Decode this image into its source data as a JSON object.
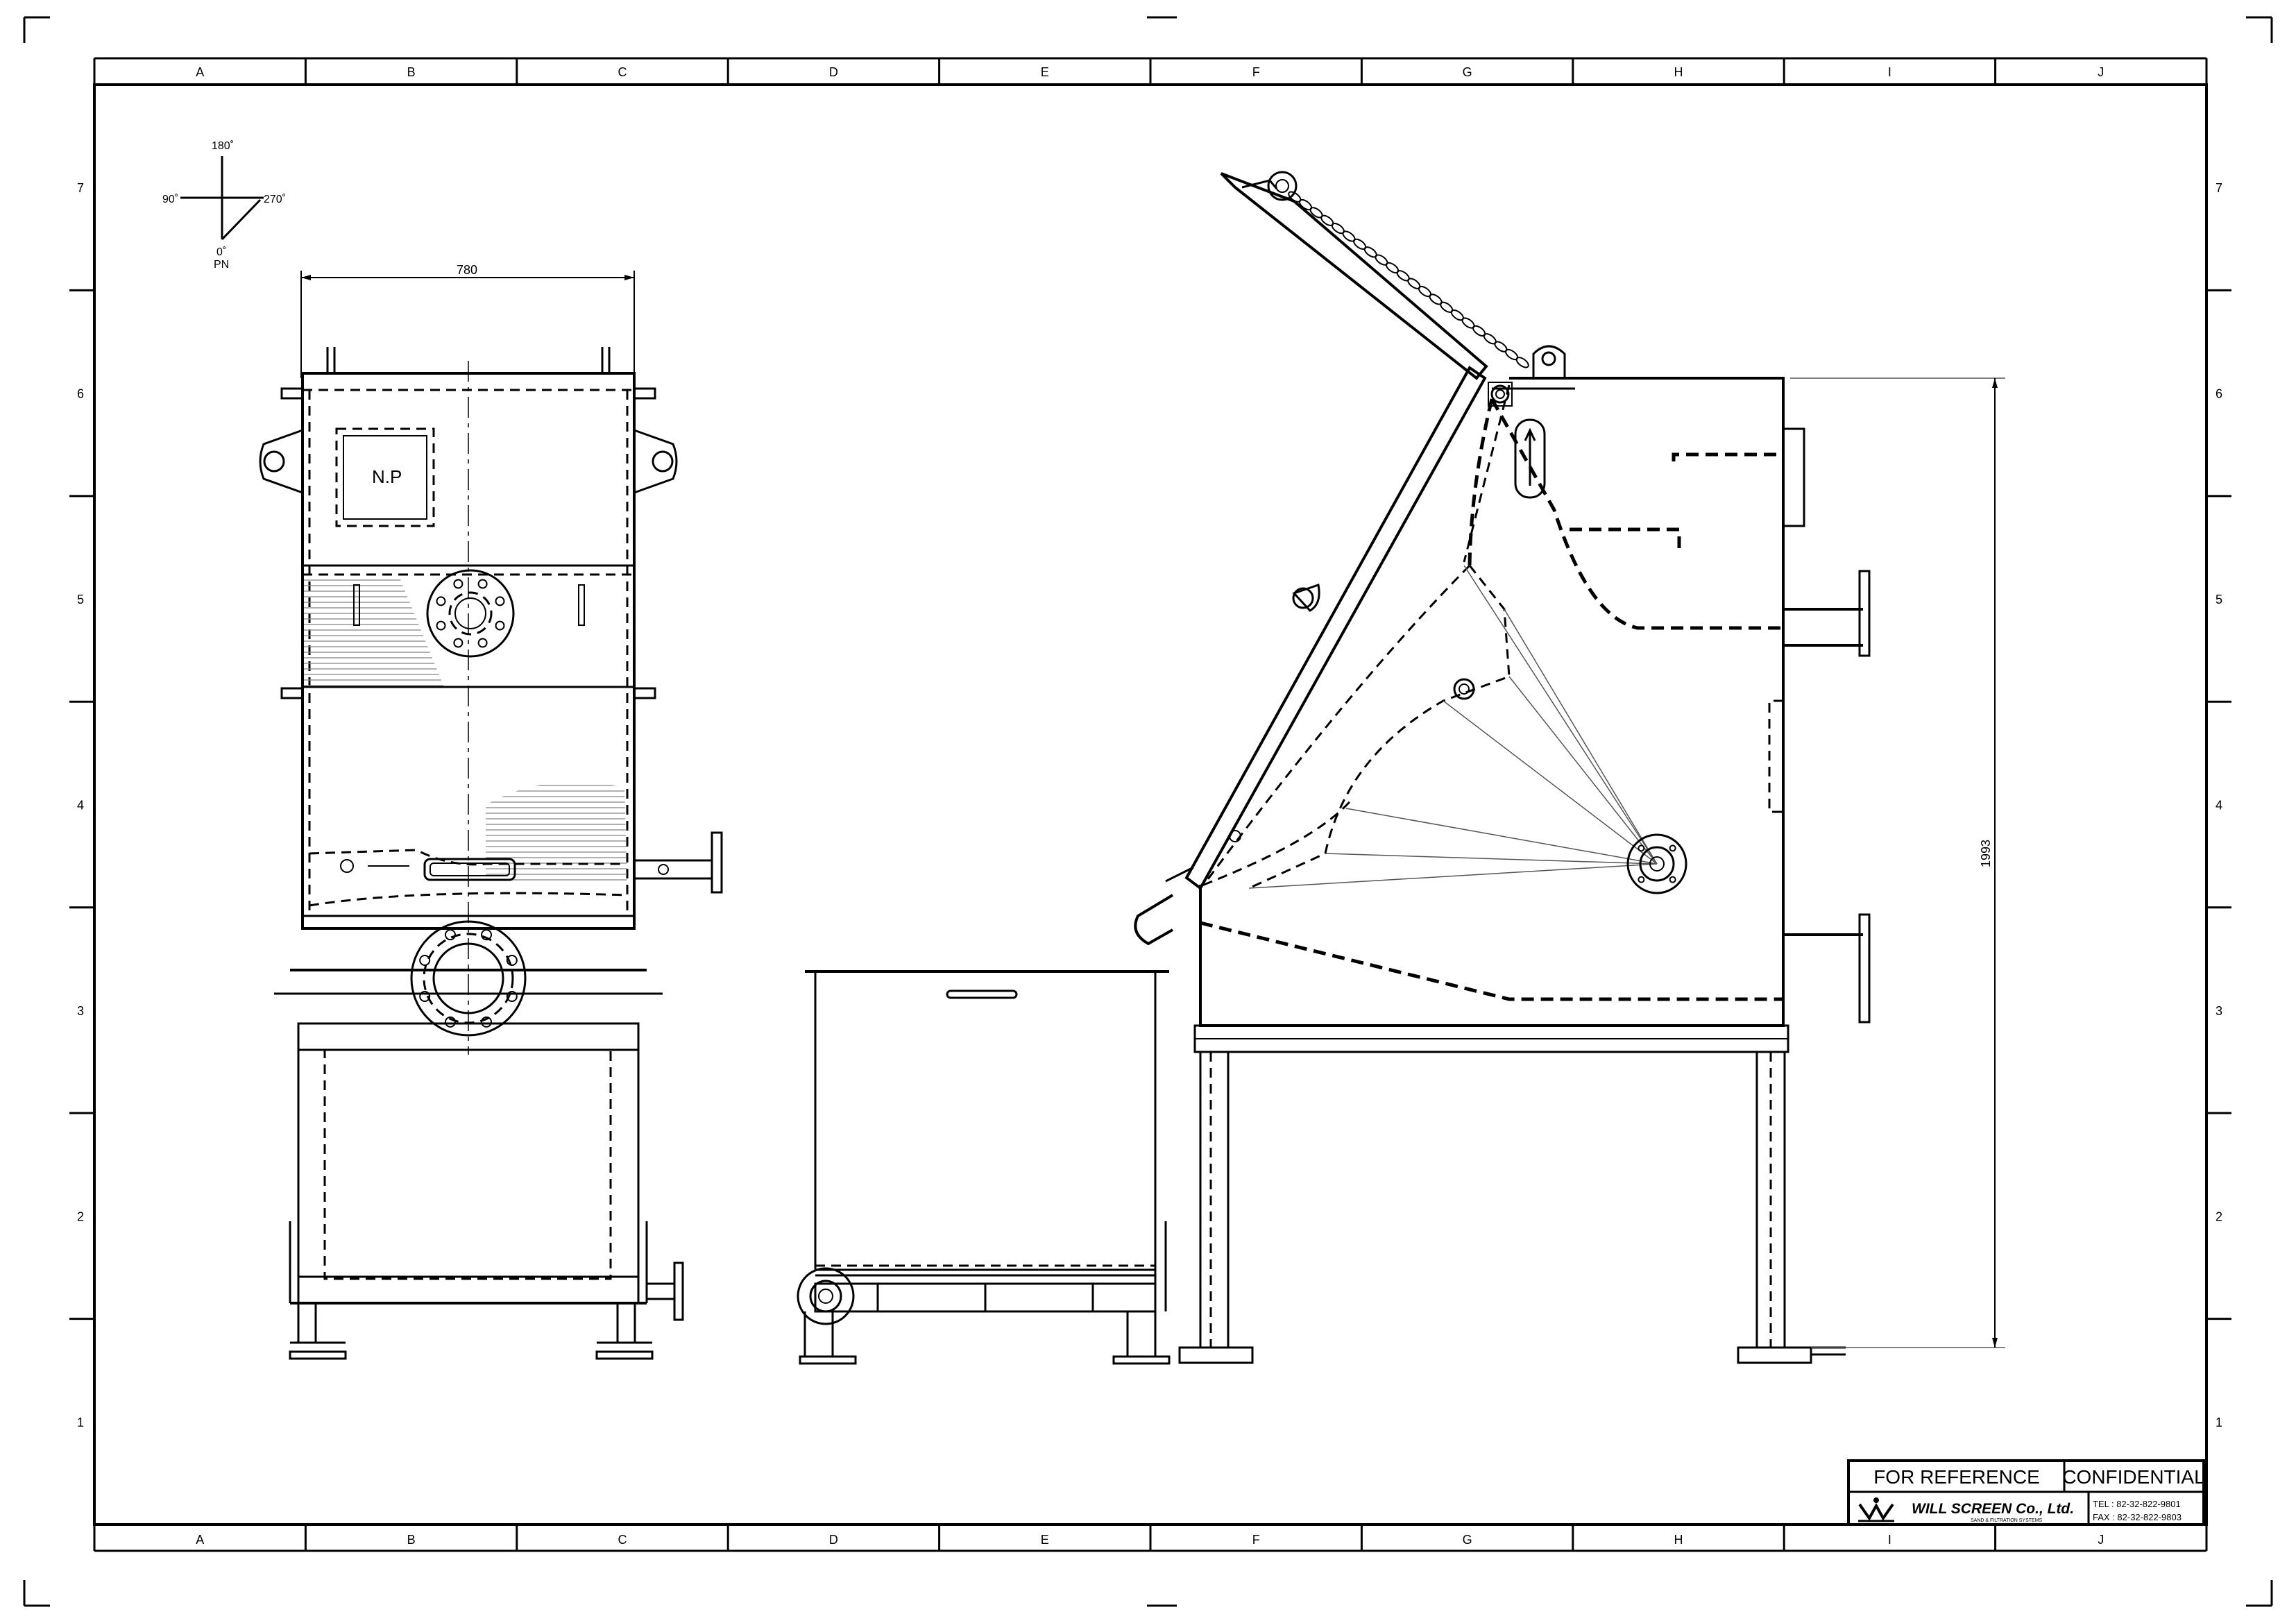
{
  "border": {
    "columns": [
      "A",
      "B",
      "C",
      "D",
      "E",
      "F",
      "G",
      "H",
      "I",
      "J"
    ],
    "rows": [
      "7",
      "6",
      "5",
      "4",
      "3",
      "2",
      "1"
    ]
  },
  "orientation": {
    "top": "180˚",
    "left": "90˚",
    "right": "270˚",
    "bottom": "0˚",
    "bottom_sub": "PN"
  },
  "front_view": {
    "width_dim": "780",
    "nameplate": "N.P"
  },
  "side_view": {
    "height_dim": "1993"
  },
  "title_block": {
    "left_title": "FOR REFERENCE",
    "right_title": "CONFIDENTIAL",
    "company": "WILL SCREEN Co., Ltd.",
    "company_sub": "SAND & FILTRATION SYSTEMS",
    "tel": "TEL : 82-32-822-9801",
    "fax": "FAX : 82-32-822-9803"
  }
}
